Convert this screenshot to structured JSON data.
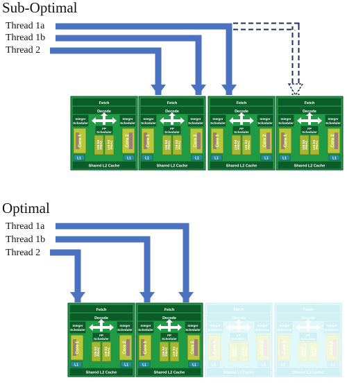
{
  "sections": [
    {
      "title": "Sub-Optimal",
      "threads": [
        "Thread 1a",
        "Thread 1b",
        "Thread 2"
      ],
      "modules_active": [
        true,
        true,
        true,
        true
      ]
    },
    {
      "title": "Optimal",
      "threads": [
        "Thread 1a",
        "Thread 1b",
        "Thread 2"
      ],
      "modules_active": [
        true,
        true,
        false,
        false
      ]
    }
  ],
  "module_labels": {
    "fetch": "Fetch",
    "decode": "Decode",
    "int_sched": "Integer Scheduler",
    "fp_sched": "FP Scheduler",
    "core1": "Core 1",
    "core2": "Core 2",
    "fmac": "128-bit FMAC",
    "l1": "L1",
    "l2": "Shared L2 Cache"
  },
  "colors": {
    "module_green": "#1f9a45",
    "module_dark": "#0c5c2a",
    "arrow_blue": "#4a72c0",
    "inactive_cyan": "#c9f3f6"
  }
}
